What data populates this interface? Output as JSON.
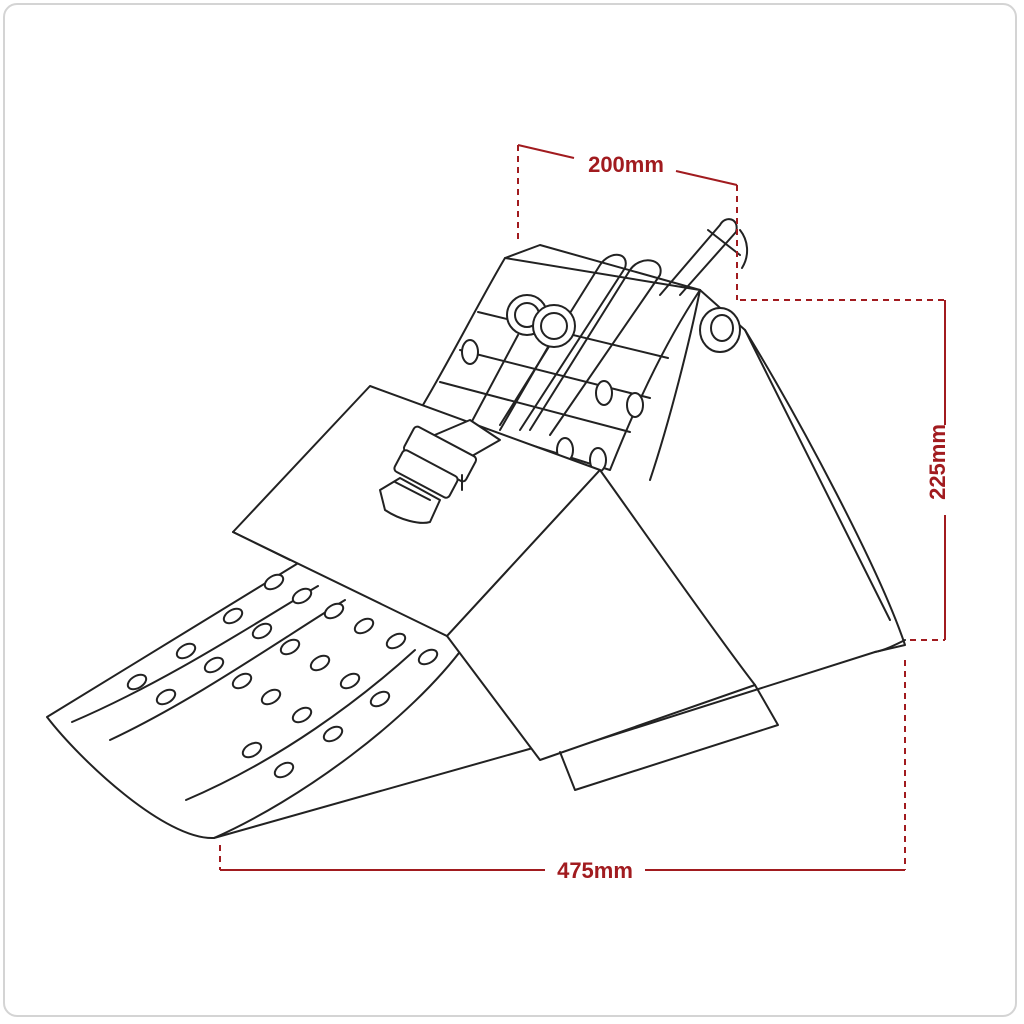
{
  "dimensions": {
    "width_label": "200mm",
    "height_label": "225mm",
    "length_label": "475mm"
  },
  "colors": {
    "dimension": "#a11b1f",
    "outline": "#222222",
    "frame": "#d4d4d4"
  }
}
